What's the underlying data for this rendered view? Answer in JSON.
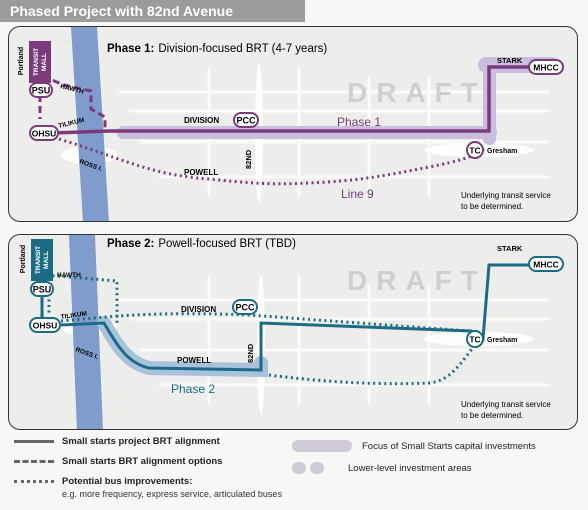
{
  "header": {
    "title": "Phased Project with 82nd Avenue Crossover"
  },
  "phase1": {
    "title_bold": "Phase 1:",
    "title_rest": "Division-focused BRT (4-7 years)",
    "watermark": "DRAFT",
    "labels": {
      "portland": "Portland",
      "transit_mall": [
        "TRANSIT",
        "MALL"
      ],
      "hawth": "HAWTH",
      "psu": "PSU",
      "tilikum": "TILIKUM",
      "ohsu": "OHSU",
      "ross": "ROSS I.",
      "division": "DIVISION",
      "pcc": "PCC",
      "powell": "POWELL",
      "street82": "82ND",
      "route_label": "Phase 1",
      "line9": "Line 9",
      "stark": "STARK",
      "mhcc": "MHCC",
      "tc": "TC",
      "gresham": "Gresham",
      "underlying": [
        "Underlying transit service",
        "to be determined."
      ]
    }
  },
  "phase2": {
    "title_bold": "Phase 2:",
    "title_rest": "Powell-focused BRT (TBD)",
    "watermark": "DRAFT",
    "labels": {
      "portland": "Portland",
      "transit_mall": [
        "TRANSIT",
        "MALL"
      ],
      "hawth": "HAWTH",
      "psu": "PSU",
      "tilikum": "TILIKUM",
      "ohsu": "OHSU",
      "ross": "ROSS I.",
      "division": "DIVISION",
      "pcc": "PCC",
      "powell": "POWELL",
      "street82": "82ND",
      "route_label": "Phase 2",
      "stark": "STARK",
      "mhcc": "MHCC",
      "tc": "TC",
      "gresham": "Gresham",
      "underlying": [
        "Underlying transit service",
        "to be determined."
      ]
    }
  },
  "legend": {
    "solid": "Small starts project BRT alignment",
    "dashed": "Small starts BRT alignment options",
    "dotted": "Potential bus improvements:",
    "dotted_sub": "e.g. more frequency, express service, articulated buses",
    "focus": "Focus of Small Starts capital investments",
    "lower": "Lower-level investment areas"
  },
  "colors": {
    "phase1_line": "#7a3a7c",
    "phase2_line": "#1c6b85",
    "river": "#7f9ccc",
    "highlight": "#c9bfdc",
    "highlight2": "#a9c2dc",
    "legend_gray": "#666666"
  }
}
